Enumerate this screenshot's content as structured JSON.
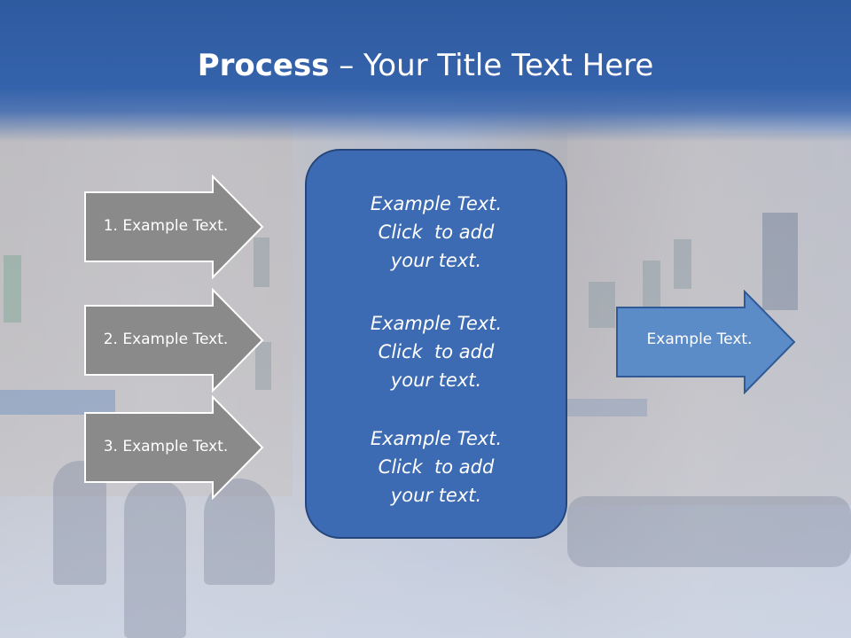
{
  "slide": {
    "title_bold": "Process",
    "title_rest": " – Your Title Text Here"
  },
  "left_arrows": [
    {
      "label": "1. Example Text."
    },
    {
      "label": "2. Example Text."
    },
    {
      "label": "3. Example Text."
    }
  ],
  "center_box": {
    "blocks": [
      {
        "lines": [
          "Example Text.",
          "Click  to add",
          "your text."
        ]
      },
      {
        "lines": [
          "Example Text.",
          "Click  to add",
          "your text."
        ]
      },
      {
        "lines": [
          "Example Text.",
          "Click  to add",
          "your text."
        ]
      }
    ]
  },
  "right_arrow": {
    "label": "Example Text."
  },
  "colors": {
    "header": "#3563ab",
    "box_fill": "#3d6bb3",
    "box_border": "#25467a",
    "gray_arrow": "#8a8a8a",
    "blue_arrow": "#5b8cc8"
  }
}
